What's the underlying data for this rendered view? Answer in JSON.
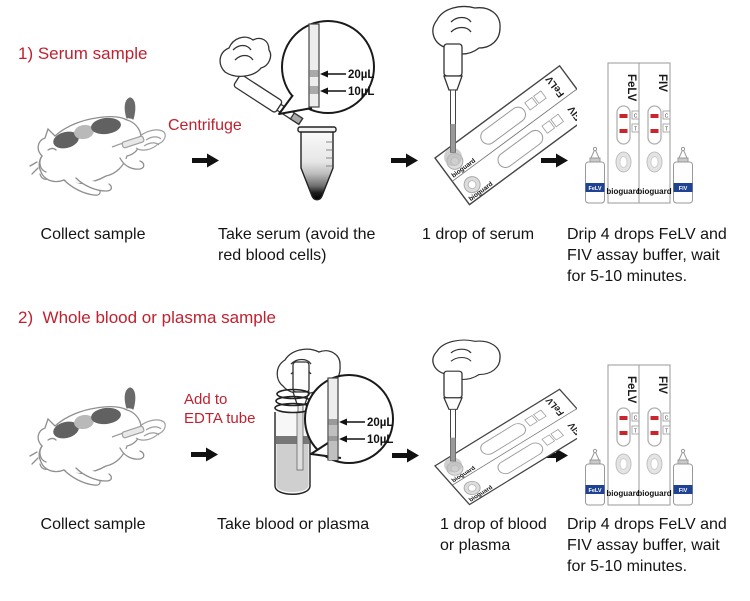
{
  "colors": {
    "heading_red": "#C0212F",
    "annotation_red": "#C0212F",
    "test_line_red": "#C9252C",
    "bottle_label_blue": "#1F4292"
  },
  "sections": [
    {
      "title": "1) Serum sample",
      "annotation": "Centrifuge",
      "steps": [
        {
          "caption": "Collect sample"
        },
        {
          "caption": "Take serum (avoid the red blood cells)"
        },
        {
          "caption": "1 drop of serum"
        },
        {
          "caption": "Drip 4 drops FeLV and FIV assay buffer, wait for 5-10 minutes."
        }
      ]
    },
    {
      "title": "2)  Whole blood or plasma sample",
      "annotation": "Add to EDTA tube",
      "steps": [
        {
          "caption": "Collect sample"
        },
        {
          "caption": "Take blood or plasma"
        },
        {
          "caption": "1 drop of blood or plasma"
        },
        {
          "caption": "Drip 4 drops FeLV and FIV assay buffer, wait for 5-10 minutes."
        }
      ]
    }
  ],
  "pipette_marks": {
    "upper": "20µL",
    "lower": "10µL"
  },
  "cassette": {
    "left_label": "FeLV",
    "right_label": "FIV",
    "brand": "bioguard",
    "control_mark": "C",
    "test_mark": "T"
  },
  "bottles": {
    "left": "FeLV",
    "right": "FIV"
  }
}
